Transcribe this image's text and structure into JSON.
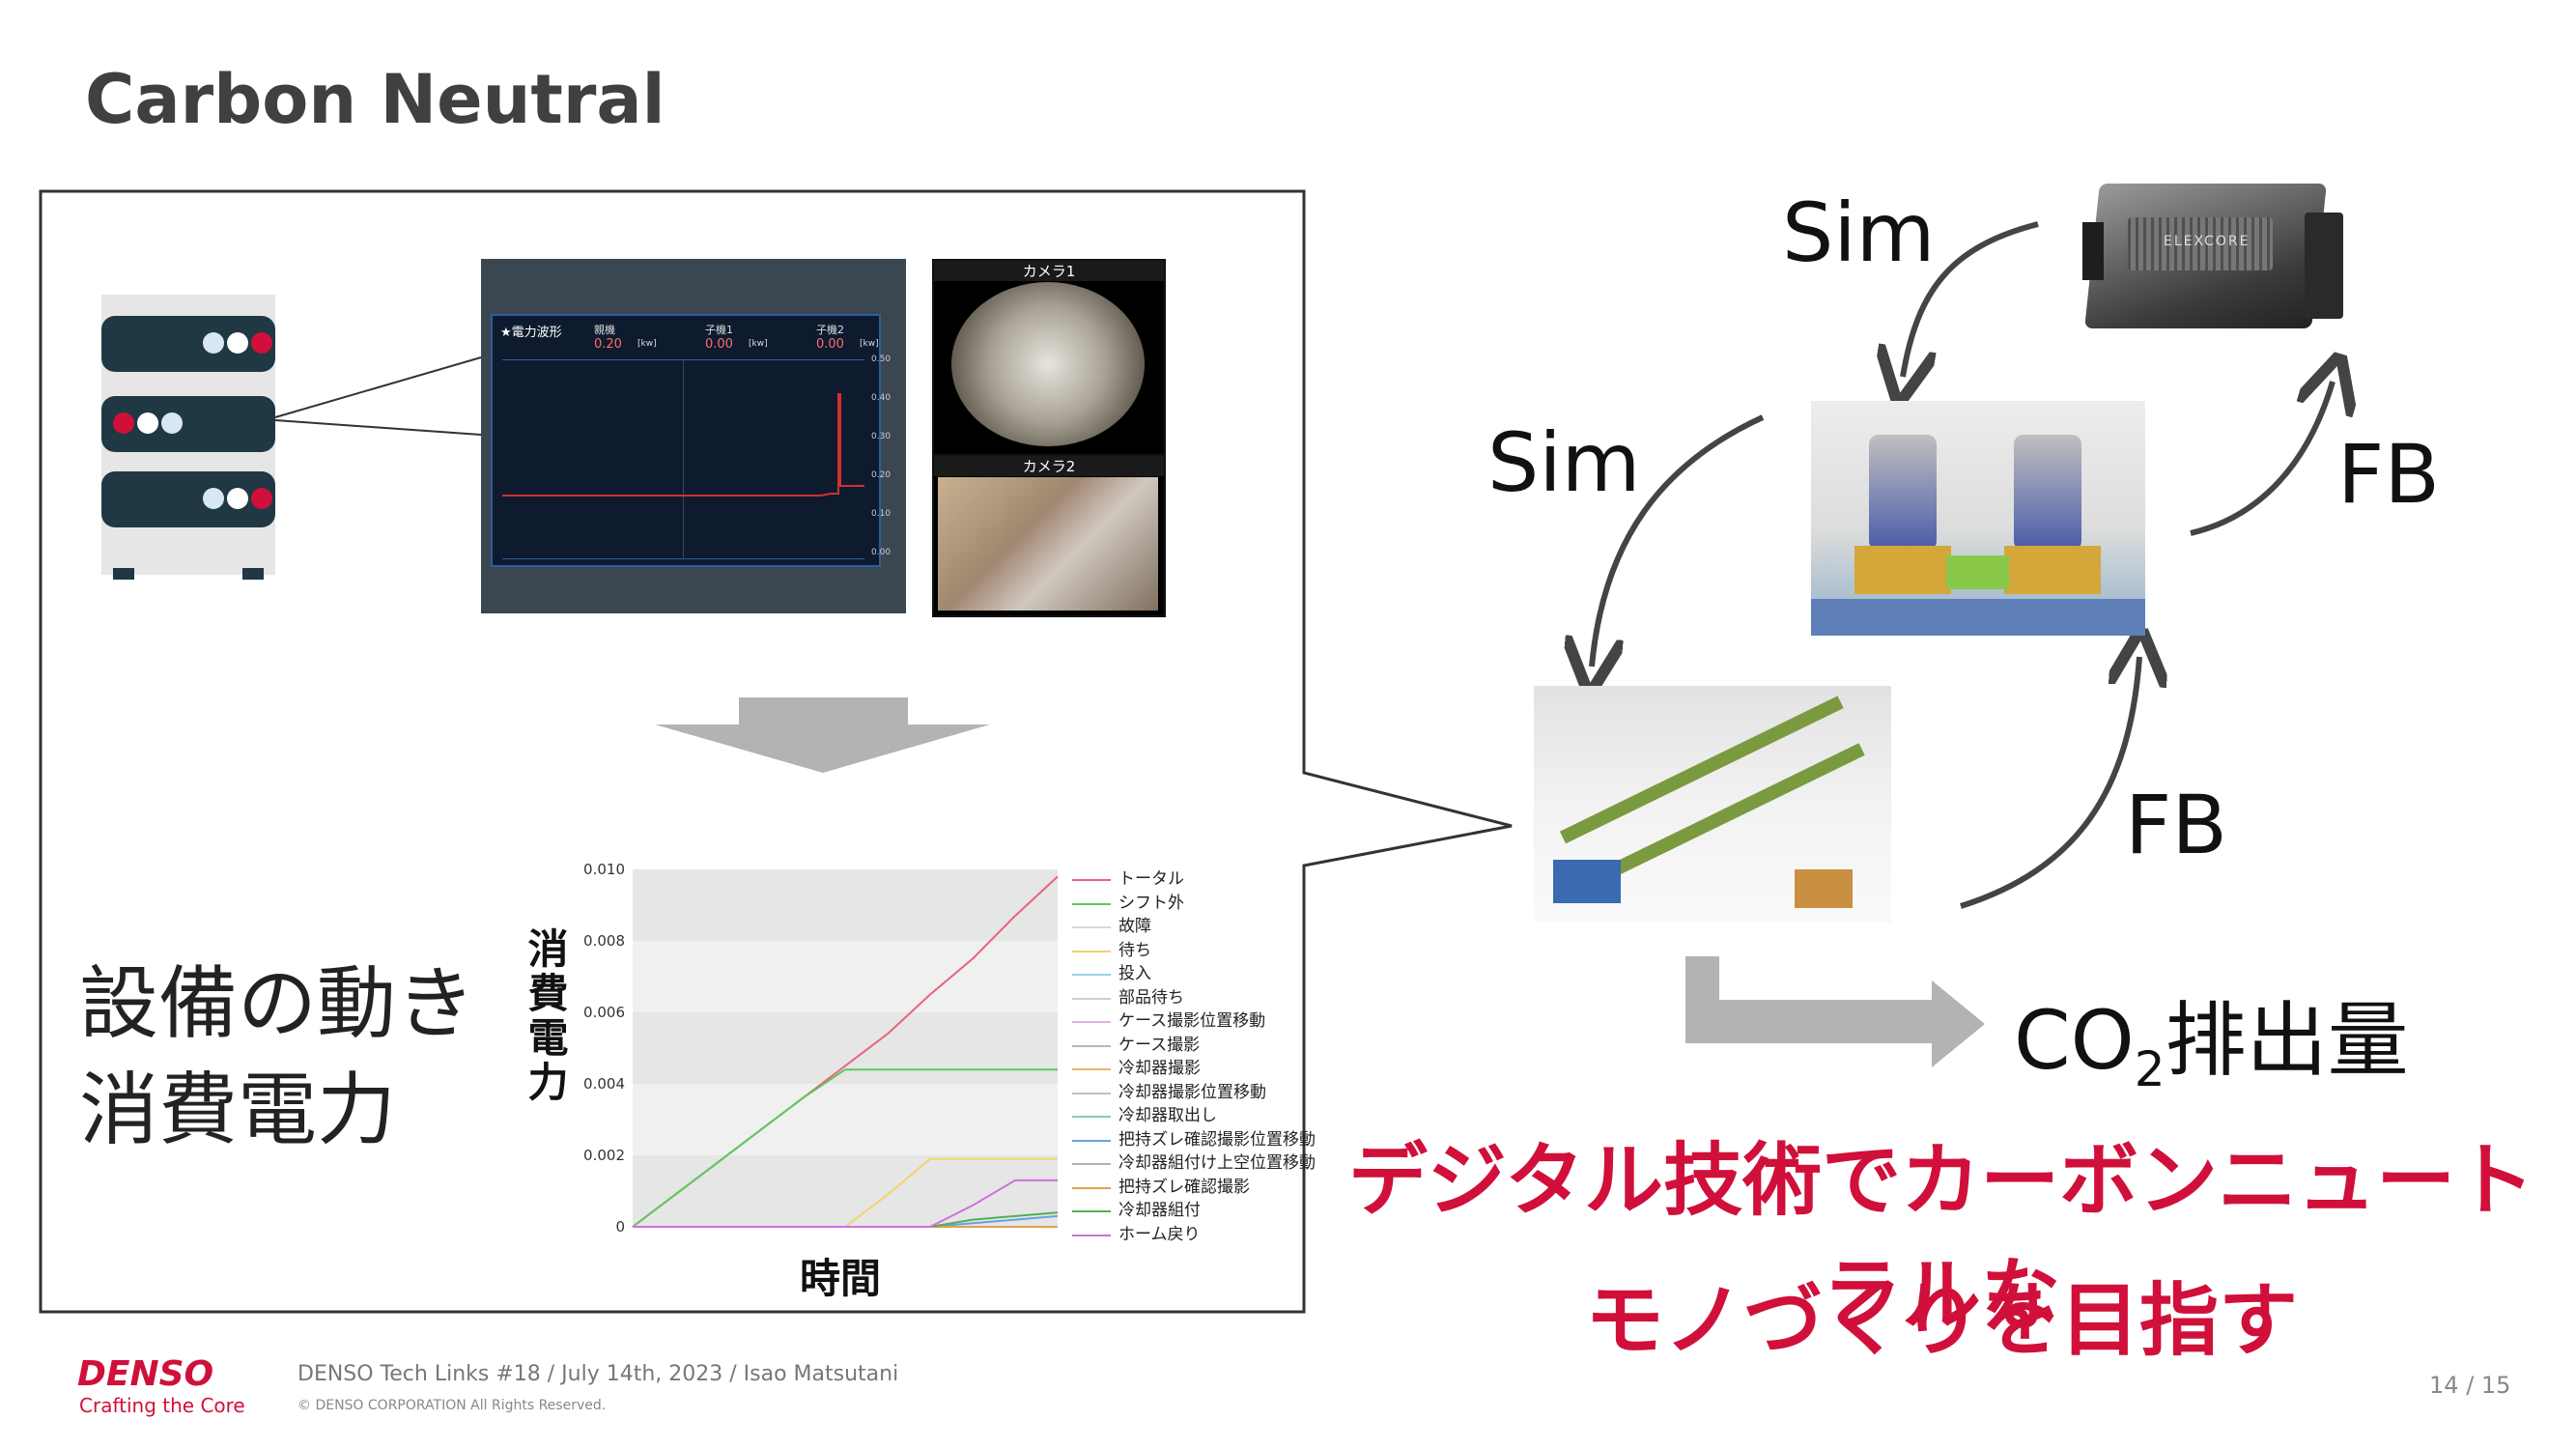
{
  "slide": {
    "title": "Carbon Neutral"
  },
  "left_panel": {
    "monitor": {
      "panel_title": "★電力波形",
      "legend": [
        {
          "name": "親機",
          "value": "0.20",
          "unit": "[kw]"
        },
        {
          "name": "子機1",
          "value": "0.00",
          "unit": "[kw]"
        },
        {
          "name": "子機2",
          "value": "0.00",
          "unit": "[kw]"
        }
      ],
      "y_ticks": [
        "0.50",
        "0.40",
        "0.30",
        "0.20",
        "0.10",
        "0.00"
      ],
      "camera1_label": "カメラ1",
      "camera2_label": "カメラ2"
    },
    "description_line1": "設備の動き",
    "description_line2": "消費電力"
  },
  "chart_data": {
    "type": "line",
    "ylabel": "消費電力",
    "xlabel": "時間",
    "ylim": [
      0,
      0.01
    ],
    "y_ticks": [
      "0.010",
      "0.008",
      "0.006",
      "0.004",
      "0.002",
      "0"
    ],
    "x": [
      0,
      10,
      20,
      30,
      40,
      50,
      60,
      70,
      80,
      90,
      100
    ],
    "series": [
      {
        "name": "トータル",
        "color": "#e8657a",
        "values": [
          0,
          0.0009,
          0.0018,
          0.0027,
          0.0036,
          0.0045,
          0.0054,
          0.0065,
          0.0075,
          0.0087,
          0.0098
        ]
      },
      {
        "name": "シフト外",
        "color": "#5cc95c",
        "values": [
          0,
          0.0009,
          0.0018,
          0.0027,
          0.0036,
          0.0044,
          0.0044,
          0.0044,
          0.0044,
          0.0044,
          0.0044
        ]
      },
      {
        "name": "故障",
        "color": "#d9d9d9",
        "values": [
          0,
          0,
          0,
          0,
          0,
          0,
          0,
          0,
          0,
          0,
          0
        ]
      },
      {
        "name": "待ち",
        "color": "#f0d56a",
        "values": [
          0,
          0,
          0,
          0,
          0,
          0,
          0.0009,
          0.0019,
          0.0019,
          0.0019,
          0.0019
        ]
      },
      {
        "name": "投入",
        "color": "#9ad0e8",
        "values": [
          0,
          0,
          0,
          0,
          0,
          0,
          0,
          0,
          0,
          0,
          0
        ]
      },
      {
        "name": "部品待ち",
        "color": "#cfcfcf",
        "values": [
          0,
          0,
          0,
          0,
          0,
          0,
          0,
          0,
          0,
          0,
          0
        ]
      },
      {
        "name": "ケース撮影位置移動",
        "color": "#e3b0e8",
        "values": [
          0,
          0,
          0,
          0,
          0,
          0,
          0,
          0,
          0,
          0,
          0
        ]
      },
      {
        "name": "ケース撮影",
        "color": "#b8b8b8",
        "values": [
          0,
          0,
          0,
          0,
          0,
          0,
          0,
          0,
          0,
          0,
          0
        ]
      },
      {
        "name": "冷却器撮影",
        "color": "#f0b26a",
        "values": [
          0,
          0,
          0,
          0,
          0,
          0,
          0,
          0,
          0,
          0,
          0
        ]
      },
      {
        "name": "冷却器撮影位置移動",
        "color": "#c0c0c0",
        "values": [
          0,
          0,
          0,
          0,
          0,
          0,
          0,
          0,
          0,
          0,
          0
        ]
      },
      {
        "name": "冷却器取出し",
        "color": "#7fd0b0",
        "values": [
          0,
          0,
          0,
          0,
          0,
          0,
          0,
          0,
          0,
          0,
          0
        ]
      },
      {
        "name": "把持ズレ確認撮影位置移動",
        "color": "#6aa0e0",
        "values": [
          0,
          0,
          0,
          0,
          0,
          0,
          0,
          0,
          0.0001,
          0.0002,
          0.0003
        ]
      },
      {
        "name": "冷却器組付け上空位置移動",
        "color": "#b0b0b0",
        "values": [
          0,
          0,
          0,
          0,
          0,
          0,
          0,
          0,
          0,
          0,
          0
        ]
      },
      {
        "name": "把持ズレ確認撮影",
        "color": "#e0a050",
        "values": [
          0,
          0,
          0,
          0,
          0,
          0,
          0,
          0,
          0,
          0,
          0
        ]
      },
      {
        "name": "冷却器組付",
        "color": "#50b050",
        "values": [
          0,
          0,
          0,
          0,
          0,
          0,
          0,
          0,
          0.0002,
          0.0003,
          0.0004
        ]
      },
      {
        "name": "ホーム戻り",
        "color": "#d070e0",
        "values": [
          0,
          0,
          0,
          0,
          0,
          0,
          0,
          0,
          0.0006,
          0.0013,
          0.0013
        ]
      }
    ]
  },
  "right_panel": {
    "sim_label_1": "Sim",
    "sim_label_2": "Sim",
    "fb_label_1": "FB",
    "fb_label_2": "FB",
    "co2_prefix": "CO",
    "co2_sub": "2",
    "co2_suffix": "排出量",
    "tagline_line1": "デジタル技術でカーボンニュートラルな",
    "tagline_line2": "モノづくりを目指す",
    "device_brand": "ELEXCORE"
  },
  "footer": {
    "brand": "DENSO",
    "slogan": "Crafting the Core",
    "meta": "DENSO Tech Links #18 / July 14th, 2023 / Isao Matsutani",
    "copyright": "© DENSO CORPORATION All Rights Reserved.",
    "page_current": "14",
    "page_total": "/ 15"
  },
  "colors": {
    "accent_red": "#d0103a",
    "server_dark": "#1f3844",
    "arrow_gray": "#b3b3b3"
  }
}
